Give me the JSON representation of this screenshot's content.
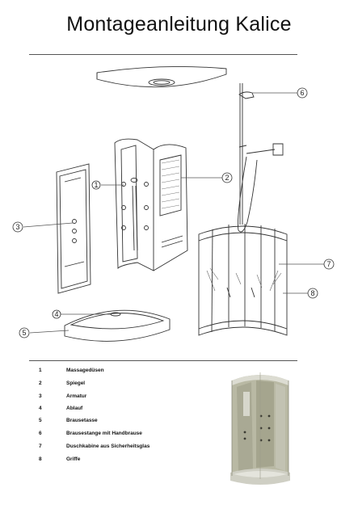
{
  "page": {
    "title": "Montageanleitung Kalice"
  },
  "callouts": [
    "1",
    "2",
    "3",
    "4",
    "5",
    "6",
    "7",
    "8"
  ],
  "legend": [
    {
      "number": "1",
      "label": "Massagedüsen"
    },
    {
      "number": "2",
      "label": "Spiegel"
    },
    {
      "number": "3",
      "label": "Armatur"
    },
    {
      "number": "4",
      "label": "Ablauf"
    },
    {
      "number": "5",
      "label": "Brausetasse"
    },
    {
      "number": "6",
      "label": "Brausestange mit Handbrause"
    },
    {
      "number": "7",
      "label": "Duschkabine aus Sicherheitsglas"
    },
    {
      "number": "8",
      "label": "Griffe"
    }
  ],
  "colors": {
    "line": "#333333",
    "callout_line": "#555555",
    "photo_glass": "#b9b9a4",
    "photo_frame": "#cfcfc4"
  }
}
